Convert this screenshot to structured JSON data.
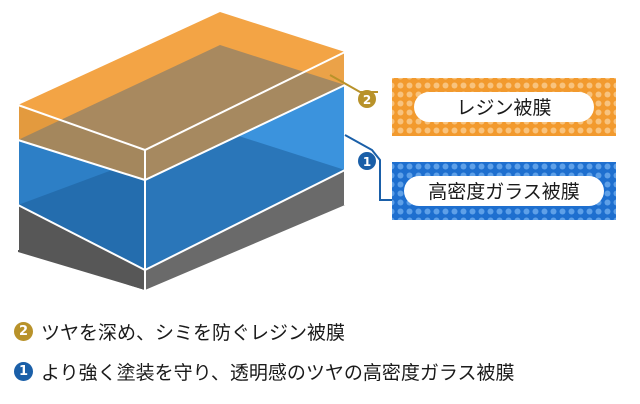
{
  "labels": {
    "resin": {
      "number": "2",
      "text": "レジン被膜"
    },
    "glass": {
      "number": "1",
      "text": "高密度ガラス被膜"
    }
  },
  "legend": [
    {
      "number": "2",
      "text": "ツヤを深め、シミを防ぐレジン被膜"
    },
    {
      "number": "1",
      "text": "より強く塗装を守り、透明感のツヤの高密度ガラス被膜"
    }
  ],
  "colors": {
    "resin": "#f0a040",
    "glass": "#3a8fd6",
    "base": "#5a5a5a",
    "badge_resin": "#b8922a",
    "badge_glass": "#1a5fa8"
  }
}
